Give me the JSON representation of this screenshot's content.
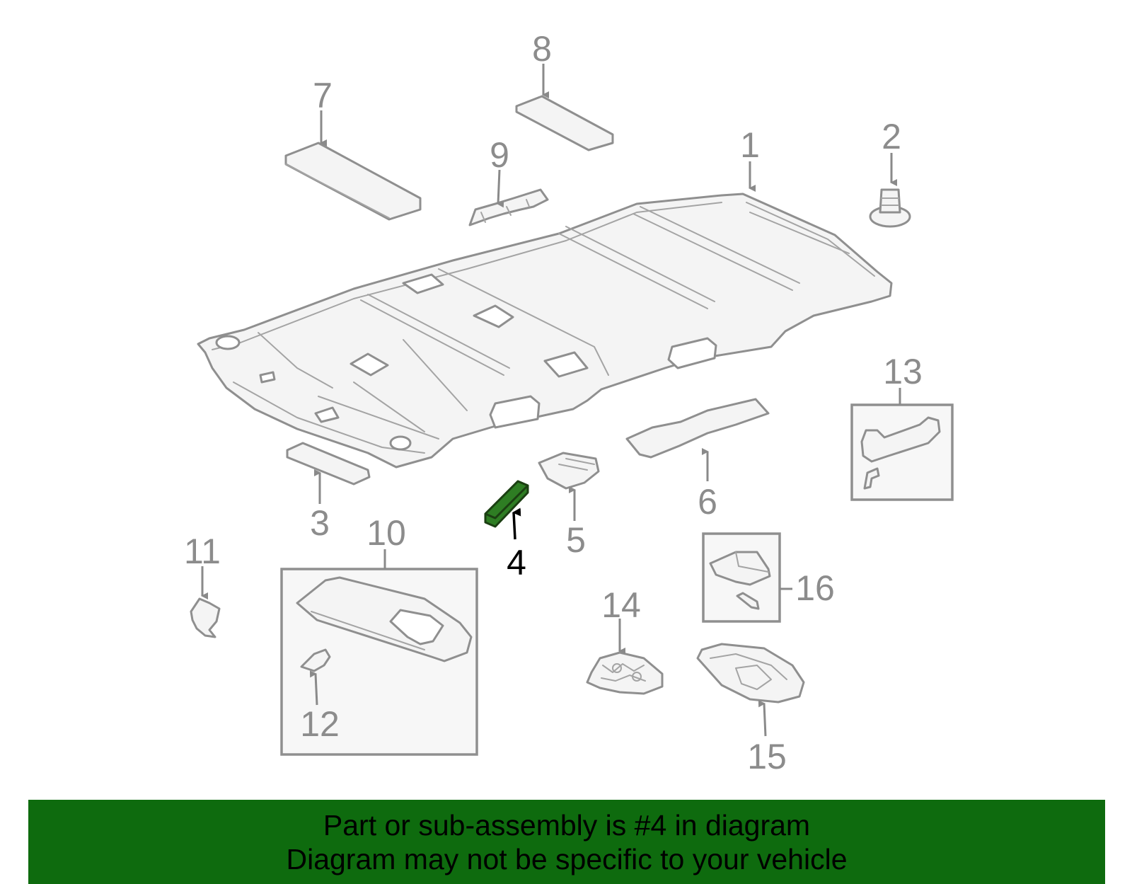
{
  "banner": {
    "line1": "Part or sub-assembly is #4 in diagram",
    "line2": "Diagram may not be specific to your vehicle",
    "background": "#0e6b0e"
  },
  "highlight": {
    "part_number": "4",
    "fill": "#2e7d23"
  },
  "callouts": {
    "c1": "1",
    "c2": "2",
    "c3": "3",
    "c4": "4",
    "c5": "5",
    "c6": "6",
    "c7": "7",
    "c8": "8",
    "c9": "9",
    "c10": "10",
    "c11": "11",
    "c12": "12",
    "c13": "13",
    "c14": "14",
    "c15": "15",
    "c16": "16"
  }
}
